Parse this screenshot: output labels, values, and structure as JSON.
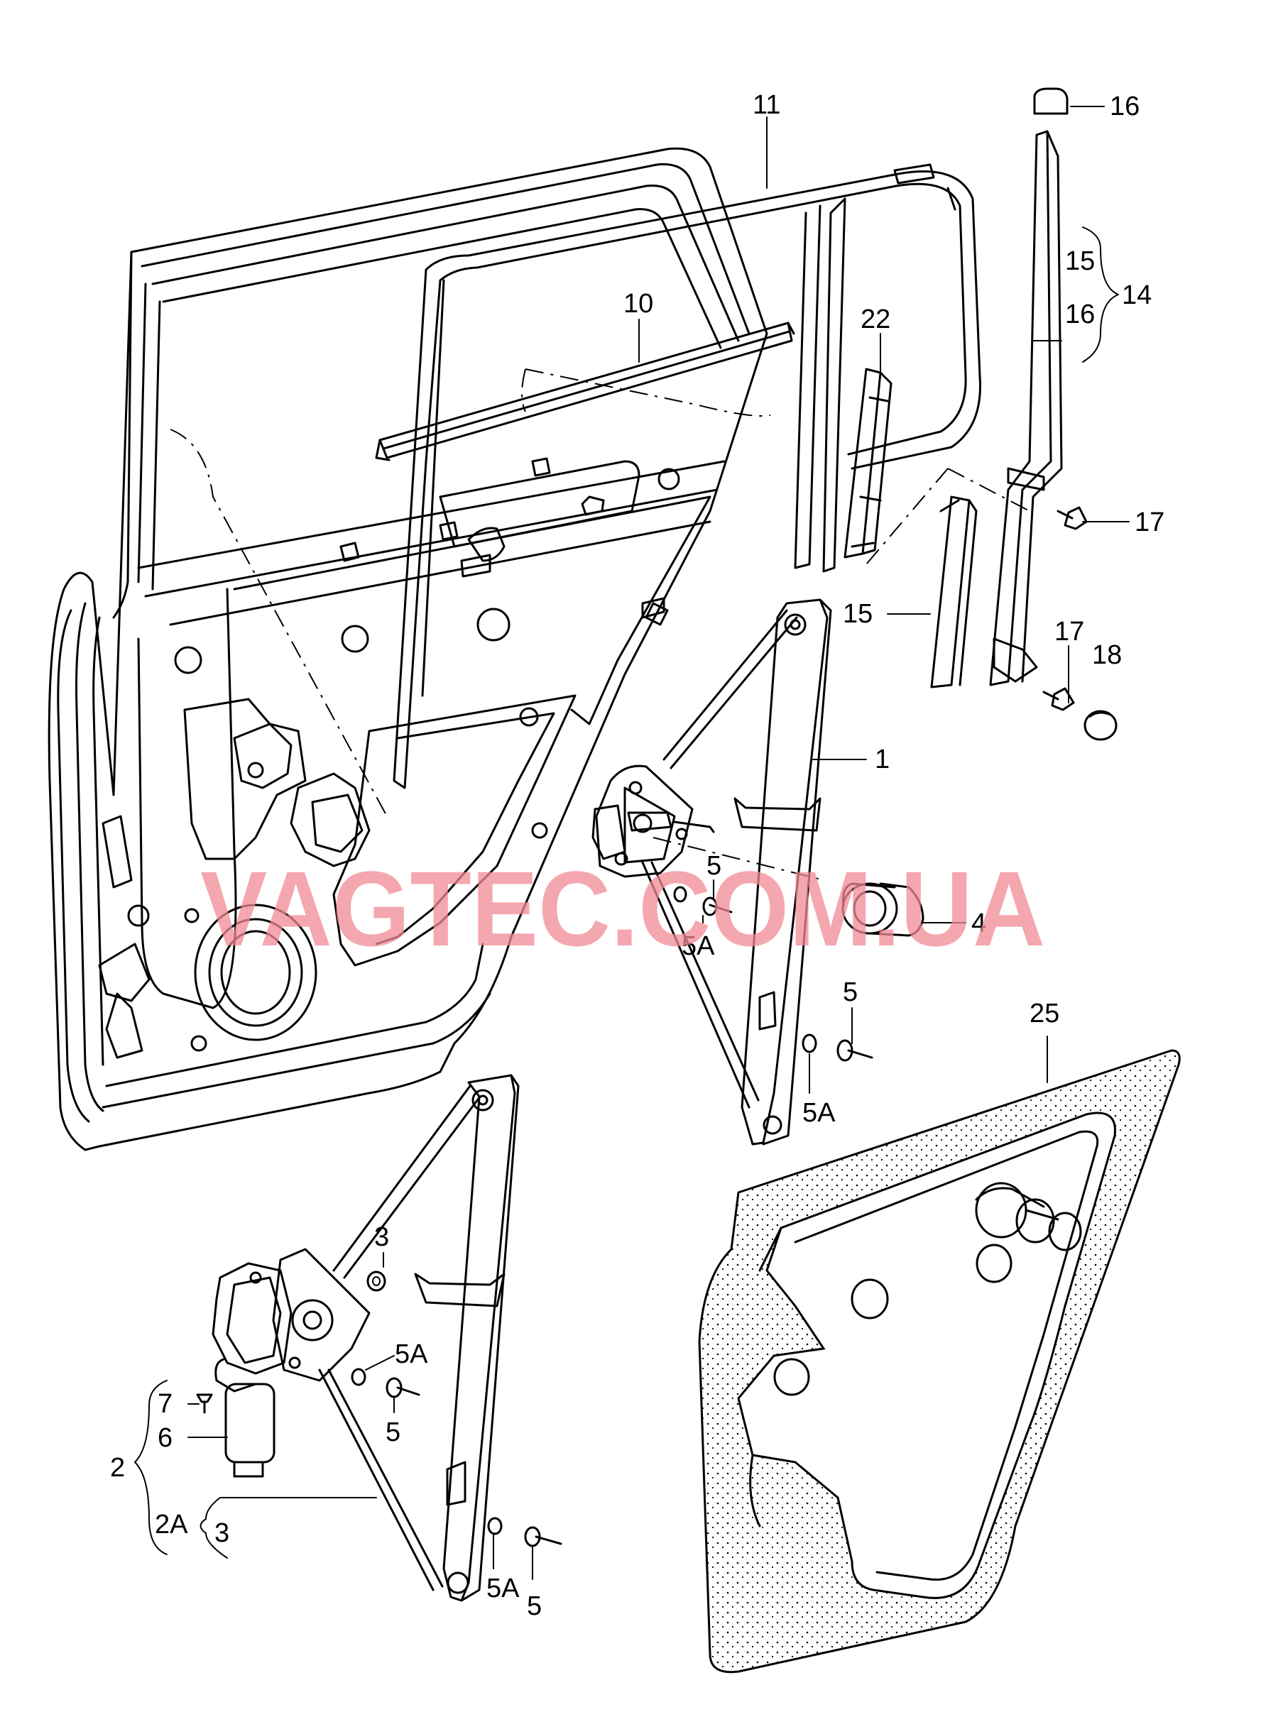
{
  "watermark": "VAGTEC.COM.UA",
  "labels": {
    "l1": "1",
    "l2": "2",
    "l2a": "2A",
    "l3a": "3",
    "l3b": "3",
    "l4": "4",
    "l5a": "5",
    "l5b": "5",
    "l5c": "5",
    "l5d": "5",
    "l5Aa": "5A",
    "l5Ab": "5A",
    "l5Ac": "5A",
    "l5Ad": "5A",
    "l6": "6",
    "l7": "7",
    "l10": "10",
    "l11": "11",
    "l14": "14",
    "l15a": "15",
    "l15b": "15",
    "l16a": "16",
    "l16b": "16",
    "l17a": "17",
    "l17b": "17",
    "l18": "18",
    "l22": "22",
    "l25": "25"
  }
}
